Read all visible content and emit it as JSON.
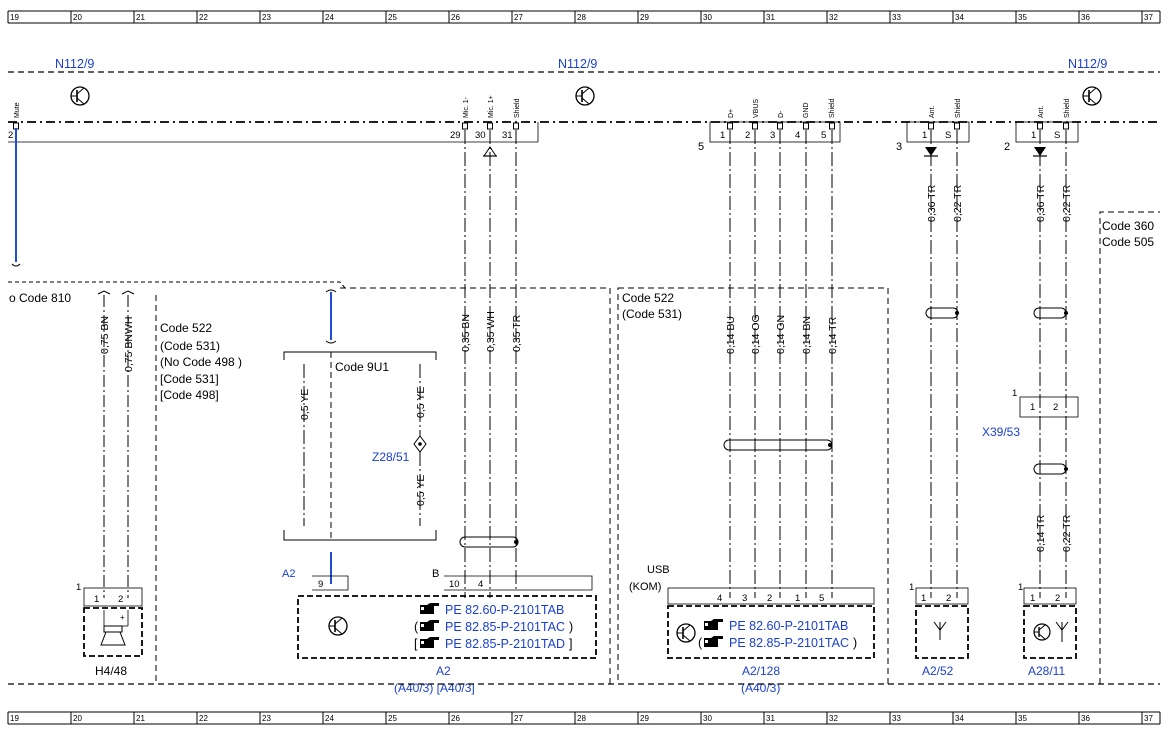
{
  "ruler": [
    "19",
    "20",
    "21",
    "22",
    "23",
    "24",
    "25",
    "26",
    "27",
    "28",
    "29",
    "30",
    "31",
    "32",
    "33",
    "34",
    "35",
    "36",
    "37"
  ],
  "header_labels": [
    "N112/9",
    "N112/9",
    "N112/9"
  ],
  "top_pin_names": {
    "mute": "Mute",
    "mic1m": "Mic. 1-",
    "mic1p": "Mic. 1+",
    "shield_a": "Shield",
    "dplus": "D+",
    "vbus": "VBUS",
    "dminus": "D-",
    "gnd": "GND",
    "shield_b": "Shield",
    "ant1": "Ant.",
    "shield_c": "Shield",
    "ant2": "Ant.",
    "shield_d": "Shield"
  },
  "top_pins": {
    "p29": "29",
    "p30": "30",
    "p31": "31",
    "usb": [
      "1",
      "2",
      "3",
      "4",
      "5"
    ],
    "ant1": [
      "1",
      "S"
    ],
    "ant2": [
      "1",
      "S"
    ],
    "left_edge": "2"
  },
  "connector_counts": {
    "c5": "5",
    "c3": "3",
    "c2": "2"
  },
  "wires": {
    "mic_bn": "0,35 BN",
    "mic_wh": "0,35 WH",
    "mic_tr": "0,35 TR",
    "h4_bn": "0,75 BN",
    "h4_bnwh": "0,75 BNWH",
    "ye_l": "0,5 YE",
    "ye_r1": "0,5 YE",
    "ye_r2": "0,5 YE",
    "usb_bu": "0,14 BU",
    "usb_og": "0,14 OG",
    "usb_gn": "0,14 GN",
    "usb_bn": "0,14 BN",
    "usb_tr": "0,14 TR",
    "a52_tr": "0,36 TR",
    "a52_tr2": "0,22 TR",
    "a28_tr": "0,36 TR",
    "a28_tr2": "0,22 TR",
    "a28_tr3": "0,14 TR",
    "a28_tr4": "0,22 TR"
  },
  "codes": {
    "left_top": "o Code 810",
    "left_block": [
      "Code 522",
      "(Code 531)",
      "(No Code 498  )",
      "[Code 531]",
      "[Code 498]"
    ],
    "code_9u1": "Code 9U1",
    "usb_block": [
      "Code 522",
      "(Code 531)"
    ],
    "right_block": [
      "Code 360",
      "Code 505"
    ]
  },
  "components": {
    "z28": "Z28/51",
    "x39": "X39/53",
    "x39_pin": "1",
    "x39_pins": [
      "1",
      "2"
    ],
    "a2_ref": "A2",
    "a2_pin9": "9",
    "b_label": "B",
    "b_pins": [
      "10",
      "4"
    ],
    "h4_label": "H4/48",
    "h4_pins": [
      "1",
      "2"
    ],
    "h4_count": "1",
    "h4_plus": "+",
    "a2_label": "A2",
    "a2_sub": "(A40/3)   [A40/3]",
    "a2_refs": [
      "PE 82.60-P-2101TAB",
      "PE 82.85-P-2101TAC",
      "PE 82.85-P-2101TAD"
    ],
    "a2_brackets": [
      [
        "",
        ""
      ],
      [
        "(",
        ")"
      ],
      [
        "[",
        "]"
      ]
    ],
    "usb_title": "USB",
    "usb_kom": "(KOM)",
    "a2128_pins": [
      "4",
      "3",
      "2",
      "1",
      "5"
    ],
    "a2128_label": "A2/128",
    "a2128_sub": "(A40/3)",
    "a2128_refs": [
      "PE 82.60-P-2101TAB",
      "PE 82.85-P-2101TAC"
    ],
    "a2128_brackets": [
      [
        "",
        ""
      ],
      [
        "(",
        ")"
      ]
    ],
    "a252_label": "A2/52",
    "a252_count": "1",
    "a252_pins": [
      "1",
      "2"
    ],
    "a2811_label": "A28/11",
    "a2811_count": "1",
    "a2811_pins": [
      "1",
      "2"
    ]
  },
  "colors": {
    "link_blue": "#1a3fd0",
    "wire_blue": "#1f4fd8"
  }
}
